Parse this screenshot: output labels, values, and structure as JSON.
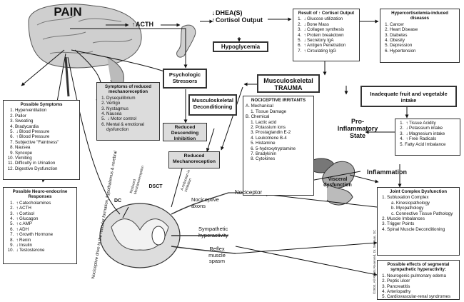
{
  "pain": "PAIN",
  "acth": "ACTH",
  "dhea": "DHEA(S)",
  "cortisol_output": "Cortisol Output",
  "hypoglycemia": "Hypoglycemia",
  "cortisol_result": {
    "title": "Result of",
    "title_tail": "Cortisol Output",
    "items": [
      {
        "dir": "down",
        "text": "Glucose utilization"
      },
      {
        "dir": "down",
        "text": "Bone Mass"
      },
      {
        "dir": "down",
        "text": "Collagen synthesis"
      },
      {
        "dir": "up",
        "text": "Protein breakdown"
      },
      {
        "dir": "down",
        "text": "Secretory IgA"
      },
      {
        "dir": "up",
        "text": "Antigen Penetration"
      },
      {
        "dir": "up",
        "text": "Circulating IgG"
      }
    ]
  },
  "hypercortisolemia": {
    "title": "Hypercortisolemia-induced diseases",
    "items": [
      "Cancer",
      "Heart Disease",
      "Diabetes",
      "Obesity",
      "Depression",
      "Hypertension"
    ]
  },
  "psychologic_stressors": "Psychologic Stressors",
  "reduced_mechanoreception_symptoms": {
    "title": "Symptoms of reduced mechanoreception",
    "items": [
      "Dysequilibrium",
      "Vertigo",
      "Nystagmus",
      "Nausea",
      "Motor control",
      "Mental & emotional dysfunction"
    ]
  },
  "msk_trauma": "Musculoskeletal TRAUMA",
  "msk_deconditioning": "Musculoskeletal Deconditioning",
  "inadequate_intake": "Inadequate fruit and vegetable intake",
  "nociceptive_irritants": {
    "title": "NOCICEPTIVE IRRITANTS",
    "a_label": "A. Mechanical",
    "a_items": [
      "Tissue Damage"
    ],
    "b_label": "B. Chemical",
    "b_items": [
      "Lactic acid",
      "Potassium ions",
      "Prostaglandin E-2",
      "Leukotriene B-4",
      "Histamine",
      "5-hydroxytryptamine",
      "Bradykinin",
      "Cytokines"
    ]
  },
  "pro_inflammatory": "Pro-Inflammatory State",
  "acidity_box": {
    "items": [
      {
        "dir": "up",
        "text": "Tissue Acidity"
      },
      {
        "dir": "down",
        "text": "Potassium intake"
      },
      {
        "dir": "down",
        "text": "Magnesium intake"
      },
      {
        "dir": "up",
        "text": "Free Radicals"
      },
      {
        "dir": "",
        "text": "Fatty Acid Imbalance"
      }
    ]
  },
  "possible_symptoms": {
    "title": "Possible Symptoms",
    "items": [
      {
        "dir": "",
        "text": "Hyperventilation"
      },
      {
        "dir": "",
        "text": "Pallor"
      },
      {
        "dir": "",
        "text": "Sweating"
      },
      {
        "dir": "",
        "text": "Bradycardia"
      },
      {
        "dir": "down",
        "text": "Blood Pressure"
      },
      {
        "dir": "up",
        "text": "Blood Pressure"
      },
      {
        "dir": "",
        "text": "Subjective \"Faintness\""
      },
      {
        "dir": "",
        "text": "Nausea"
      },
      {
        "dir": "",
        "text": "Syncope"
      },
      {
        "dir": "",
        "text": "Vomiting"
      },
      {
        "dir": "",
        "text": "Difficulty in Urination"
      },
      {
        "dir": "",
        "text": "Digestive Dysfunction"
      }
    ]
  },
  "reduced_descending": "Reduced Descending Inhibition",
  "reduced_mechanoreception": "Reduced Mechanoreception",
  "inflammation": "Inflammation",
  "visceral_dysfunction": "Visceral dysfunction",
  "neuroendocrine": {
    "title": "Possible Neuro-endocrine Responses",
    "items": [
      {
        "dir": "up",
        "text": "Catecholamines"
      },
      {
        "dir": "up",
        "text": "ACTH"
      },
      {
        "dir": "up",
        "text": "Cortisol"
      },
      {
        "dir": "up",
        "text": "Glucagon"
      },
      {
        "dir": "up",
        "text": "c AMP"
      },
      {
        "dir": "up",
        "text": "ADH"
      },
      {
        "dir": "up",
        "text": "Growth Hormone"
      },
      {
        "dir": "up",
        "text": "Renin"
      },
      {
        "dir": "down",
        "text": "Insulin"
      },
      {
        "dir": "down",
        "text": "Testosterone"
      }
    ]
  },
  "nociceptive_drive": "Nociceptive drive to the reticular formation, hypothalamus & cerebral",
  "dc": "DC",
  "dsct": "DSCT",
  "reduced_mechano_small": "Reduced Mechanoreception",
  "a_reduction": "A reduction in inhibition",
  "nociceptive_axons": "Nociceptive axons",
  "nociceptor": "Nociceptor",
  "sympathetic": "Sympathetic hyperactivity",
  "reflex_spasm": "Reflex muscle spasm",
  "joint_complex": {
    "title": "Joint Complex Dysfunction",
    "item1": "Subluxation Complex",
    "sub_items": [
      "a. Kinesiopathology",
      "b. Myopathology",
      "c. Connective Tissue Pathology"
    ],
    "items_rest": [
      "Muscle Imbalances",
      "Trigger Points",
      "Spinal Muscle Deconditioning"
    ]
  },
  "segmental": {
    "title": "Possible effects of segmental sympathetic hyperactivity:",
    "items": [
      "Neurogenic pulmonary edema",
      "Peptic ulcer",
      "Pancreatitis",
      "Arteriopathy",
      "Cardiovascular-renal syndromes"
    ]
  },
  "copyright": "©2003, All Rights Reserved, Dr. Seaman, DC"
}
